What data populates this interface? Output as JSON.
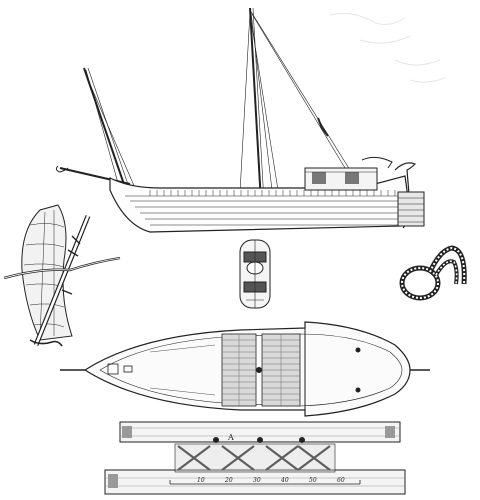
{
  "plate": {
    "figures": [
      {
        "name": "ship-side-elevation"
      },
      {
        "name": "furled-sail-on-yard"
      },
      {
        "name": "pulley-block"
      },
      {
        "name": "coiled-rope"
      },
      {
        "name": "boat-plan-view"
      },
      {
        "name": "timber-lashing-detail"
      }
    ],
    "lashing_label": "A",
    "scale": {
      "ticks": [
        "10",
        "20",
        "30",
        "40",
        "50",
        "60"
      ]
    },
    "colors": {
      "ink": "#222222",
      "paper": "#ffffff",
      "hatch": "#555555"
    }
  }
}
